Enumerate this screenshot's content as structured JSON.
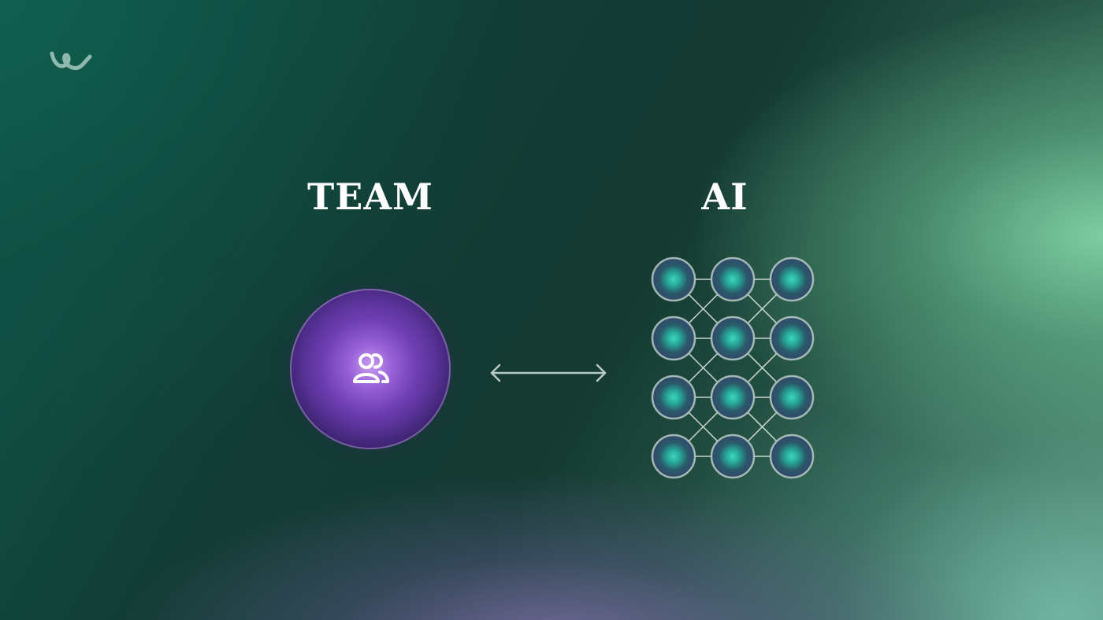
{
  "logo": {
    "icon": "brand-swirl-icon",
    "color": "#8fb9ad"
  },
  "team": {
    "heading": "TEAM",
    "icon": "people-icon",
    "orb_color": "#6c3db0"
  },
  "connector": {
    "icon": "double-arrow-icon"
  },
  "ai": {
    "heading": "AI",
    "icon": "neural-network-icon",
    "rows": 4,
    "columns": 3,
    "node_color": "#2fb8a0"
  }
}
